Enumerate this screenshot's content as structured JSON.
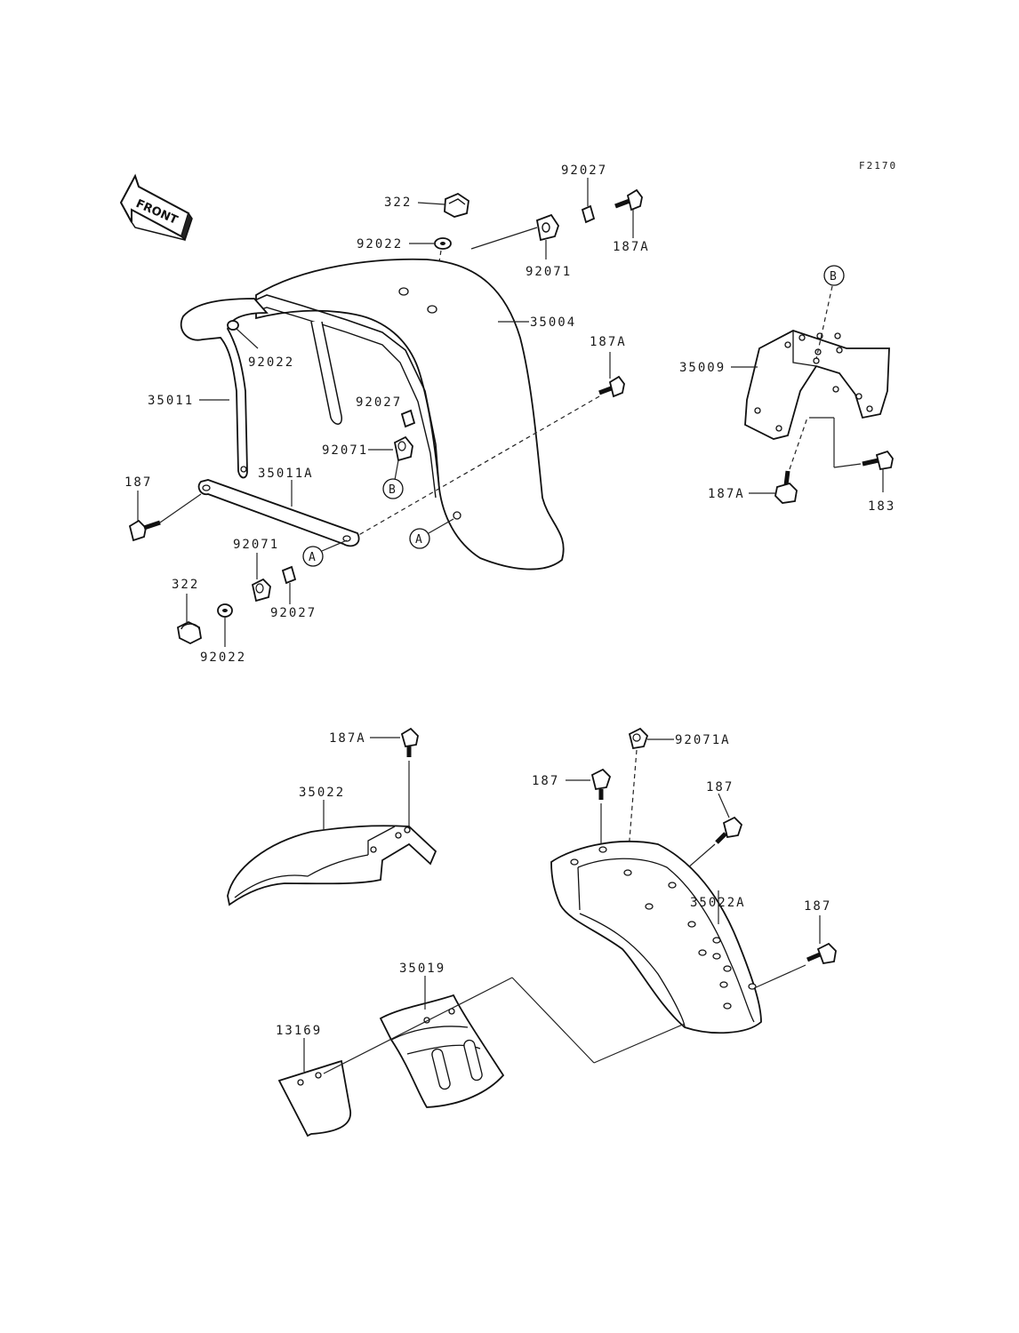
{
  "figure_code": "F2170",
  "front_arrow": {
    "label": "FRONT",
    "icon": "front-direction-arrow-icon"
  },
  "callouts": {
    "a": "A",
    "b": "B"
  },
  "parts": {
    "p322_top": "322",
    "p92027_top": "92027",
    "p187A_top": "187A",
    "p92022_top": "92022",
    "p92071_top": "92071",
    "p35004": "35004",
    "p92022_mid": "92022",
    "p187A_mid": "187A",
    "p35009": "35009",
    "p35011": "35011",
    "p92027_mid": "92027",
    "p92071_mid": "92071",
    "p187_left": "187",
    "p35011A": "35011A",
    "p92071_low": "92071",
    "p322_low": "322",
    "p92027_low": "92027",
    "p92022_low": "92022",
    "p187A_right": "187A",
    "p183": "183",
    "p187A_front": "187A",
    "p35022": "35022",
    "p92071A": "92071A",
    "p187_a": "187",
    "p187_b": "187",
    "p35022A": "35022A",
    "p187_c": "187",
    "p35019": "35019",
    "p13169": "13169"
  }
}
